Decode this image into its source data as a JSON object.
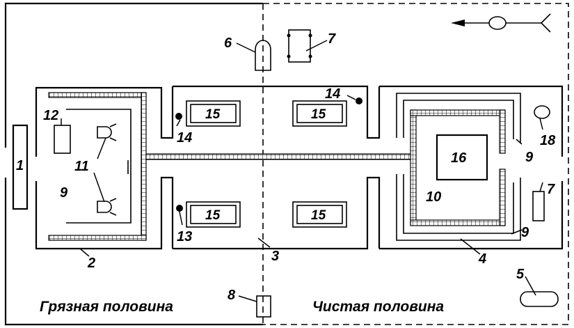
{
  "labels": {
    "n1": "1",
    "n2": "2",
    "n3": "3",
    "n4": "4",
    "n5": "5",
    "n6": "6",
    "n7": "7",
    "n8": "8",
    "n9": "9",
    "n10": "10",
    "n11": "11",
    "n12": "12",
    "n13": "13",
    "n14": "14",
    "n15": "15",
    "n16": "16",
    "n18": "18"
  },
  "halves": {
    "dirty": "Грязная половина",
    "clean": "Чистая половина"
  },
  "colors": {
    "ink": "#000000",
    "background": "#ffffff"
  }
}
